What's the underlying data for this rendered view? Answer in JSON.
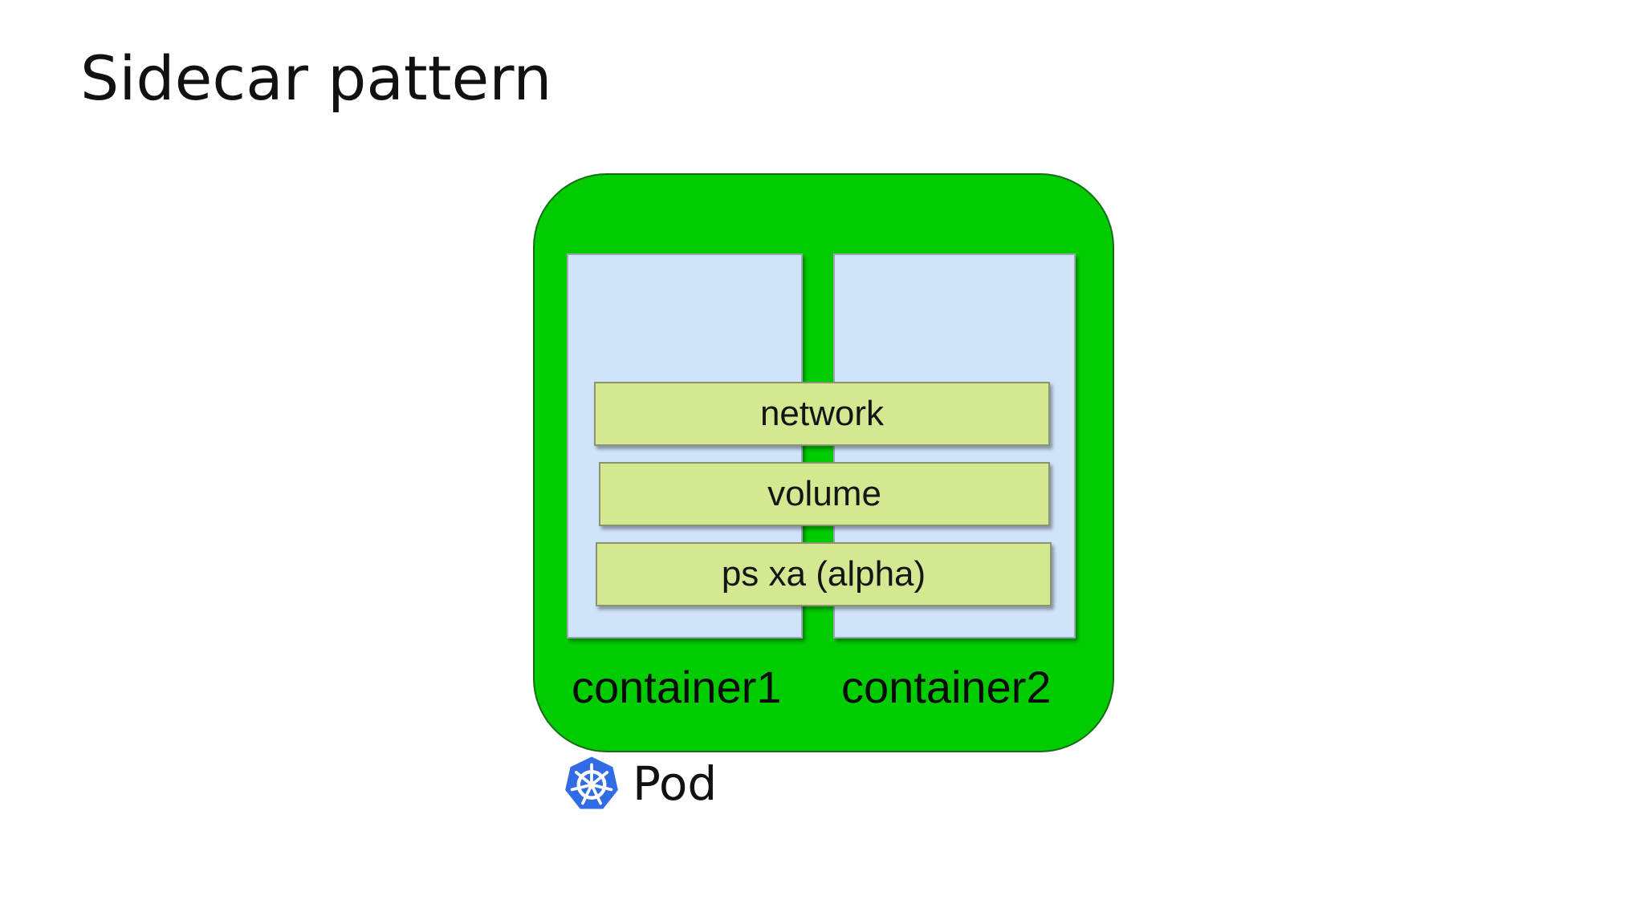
{
  "slide": {
    "title": "Sidecar pattern"
  },
  "diagram": {
    "colors": {
      "pod_fill": "#00cc00",
      "container_fill": "#cfe3f9",
      "shared_bar_fill": "#d3e890",
      "kubernetes_icon": "#326ce5"
    },
    "shared_resources": [
      {
        "label": "network"
      },
      {
        "label": "volume"
      },
      {
        "label": "ps xa (alpha)"
      }
    ],
    "containers": [
      {
        "label": "container1"
      },
      {
        "label": "container2"
      }
    ],
    "pod": {
      "label": "Pod",
      "icon": "kubernetes-wheel-icon"
    }
  }
}
